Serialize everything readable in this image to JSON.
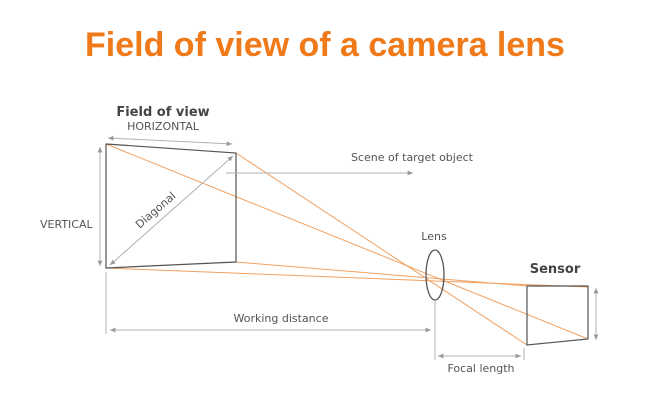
{
  "title": "Field of view of a camera lens",
  "labels": {
    "field_of_view": "Field of view",
    "horizontal": "HORIZONTAL",
    "vertical": "VERTICAL",
    "diagonal": "Diagonal",
    "scene": "Scene of target object",
    "lens": "Lens",
    "sensor": "Sensor",
    "working_distance": "Working distance",
    "focal_length": "Focal length"
  },
  "colors": {
    "title": "#f07a1a",
    "rays": "#f0a060",
    "outline": "#555555",
    "dimension": "#b0b0b0"
  }
}
